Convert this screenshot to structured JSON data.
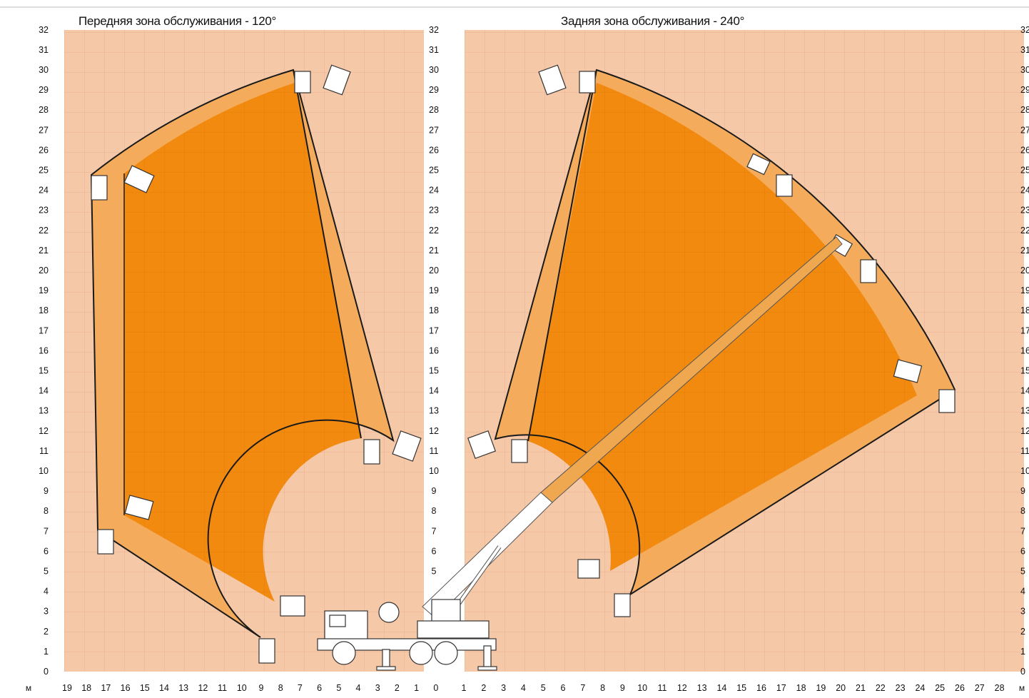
{
  "titles": {
    "front": "Передняя зона обслуживания - 120°",
    "rear": "Задняя зона обслуживания - 240°"
  },
  "unit_label": "м",
  "y_ticks": [
    "0",
    "1",
    "2",
    "3",
    "4",
    "5",
    "6",
    "7",
    "8",
    "9",
    "10",
    "11",
    "12",
    "13",
    "14",
    "15",
    "16",
    "17",
    "18",
    "19",
    "20",
    "21",
    "22",
    "23",
    "24",
    "25",
    "26",
    "27",
    "28",
    "29",
    "30",
    "31",
    "32"
  ],
  "x_ticks_front": [
    "19",
    "18",
    "17",
    "16",
    "15",
    "14",
    "13",
    "12",
    "11",
    "10",
    "9",
    "8",
    "7",
    "6",
    "5",
    "4",
    "3",
    "2",
    "1",
    "0"
  ],
  "x_ticks_rear": [
    "1",
    "2",
    "3",
    "4",
    "5",
    "6",
    "7",
    "8",
    "9",
    "10",
    "11",
    "12",
    "13",
    "14",
    "15",
    "16",
    "17",
    "18",
    "19",
    "20",
    "21",
    "22",
    "23",
    "24",
    "25",
    "26",
    "27",
    "28"
  ],
  "colors": {
    "background": "#f5c8a8",
    "grid": "#e8a987",
    "zone_light": "#f4ac5c",
    "zone_dark": "#f28a10",
    "outline": "#1a1a1a",
    "boom": "#ffffff"
  },
  "zones": {
    "front": {
      "angle_deg": 120,
      "outer_radius_m": 30,
      "max_height_m": 30
    },
    "rear": {
      "angle_deg": 240,
      "outer_radius_m": 30,
      "max_height_m": 30
    }
  }
}
